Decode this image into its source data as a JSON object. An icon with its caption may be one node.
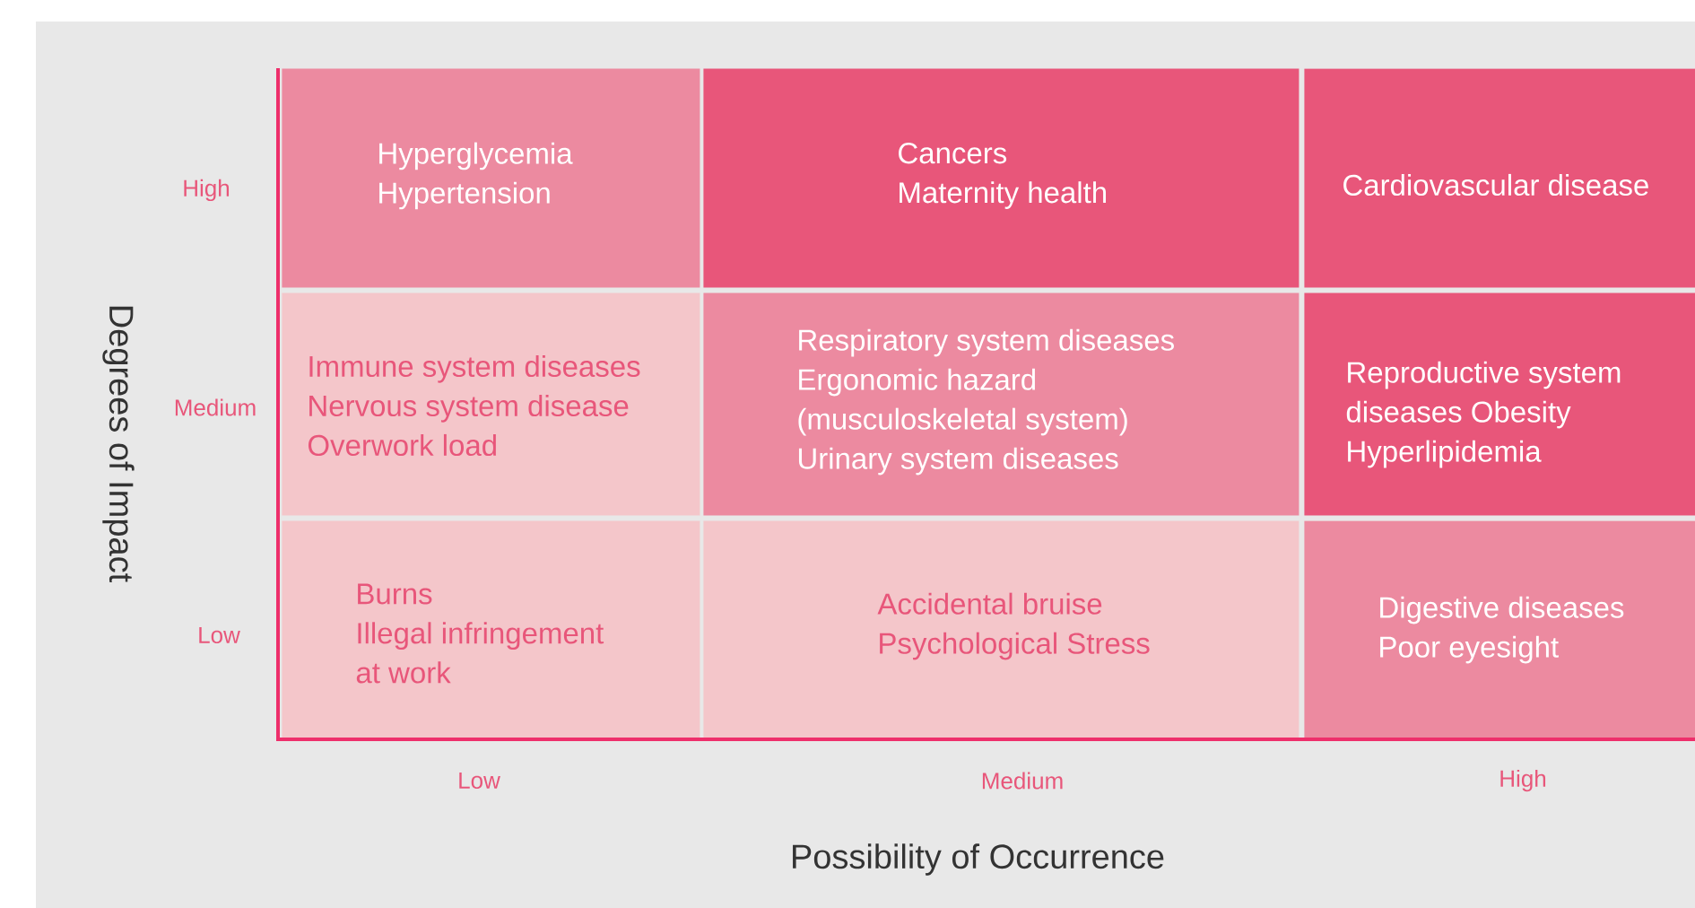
{
  "diagram": {
    "nodes": [
      {
        "text": [
          "Hyperglycemia",
          "Hypertension"
        ]
      },
      {
        "text": [
          "Cancers",
          "Maternity health"
        ]
      },
      {
        "text": [
          "Cardiovascular disease"
        ]
      },
      {
        "text": [
          "Immune system diseases",
          "Nervous system disease",
          "Overwork load"
        ]
      },
      {
        "text": [
          "Respiratory system diseases",
          "Ergonomic hazard",
          "(musculoskeletal system)",
          "Urinary system diseases"
        ]
      },
      {
        "text": [
          "Reproductive system",
          "diseases Obesity",
          "Hyperlipidemia"
        ]
      },
      {
        "text": [
          "Burns",
          "Illegal infringement",
          "at work"
        ]
      },
      {
        "text": [
          "Accidental bruise",
          "Psychological Stress"
        ]
      },
      {
        "text": [
          "Digestive diseases",
          "Poor eyesight"
        ]
      }
    ],
    "labels": [
      "High",
      "Medium",
      "Low",
      "Degrees of Impact",
      "Low",
      "Medium",
      "High",
      "Possibility of Occurrence"
    ]
  }
}
